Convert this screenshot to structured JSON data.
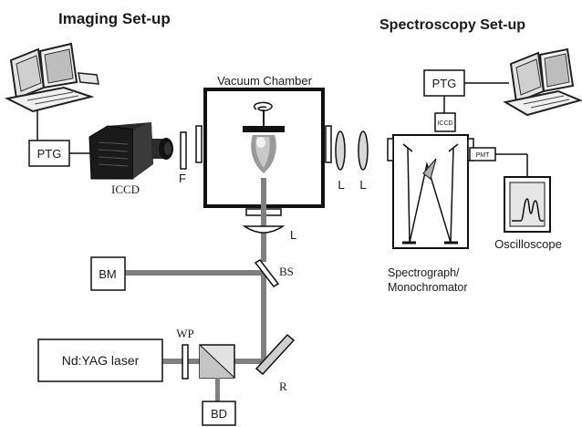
{
  "titles": {
    "imaging": "Imaging Set-up",
    "spectroscopy": "Spectroscopy Set-up"
  },
  "labels": {
    "vacuum_chamber": "Vacuum Chamber",
    "ptg_left": "PTG",
    "ptg_right": "PTG",
    "iccd_camera": "ICCD",
    "iccd_small": "ICCD",
    "pmt": "PMT",
    "filter": "F",
    "lens_bottom": "L",
    "lens_right_1": "L",
    "lens_right_2": "L",
    "bm": "BM",
    "bs": "BS",
    "wp": "WP",
    "laser": "Nd:YAG laser",
    "mirror": "R",
    "bd": "BD",
    "spectrograph_line1": "Spectrograph/",
    "spectrograph_line2": "Monochromator",
    "oscilloscope": "Oscilloscope"
  },
  "colors": {
    "beam": "#808080",
    "lens": "#d8d8d8",
    "line": "#111111",
    "text": "#1a1a1a"
  },
  "icons": {
    "computer_left": "desktop-computer-icon",
    "computer_right": "desktop-computer-icon",
    "camera": "iccd-camera-icon",
    "target": "sample-target-icon",
    "scope_screen": "oscilloscope-trace-icon"
  }
}
